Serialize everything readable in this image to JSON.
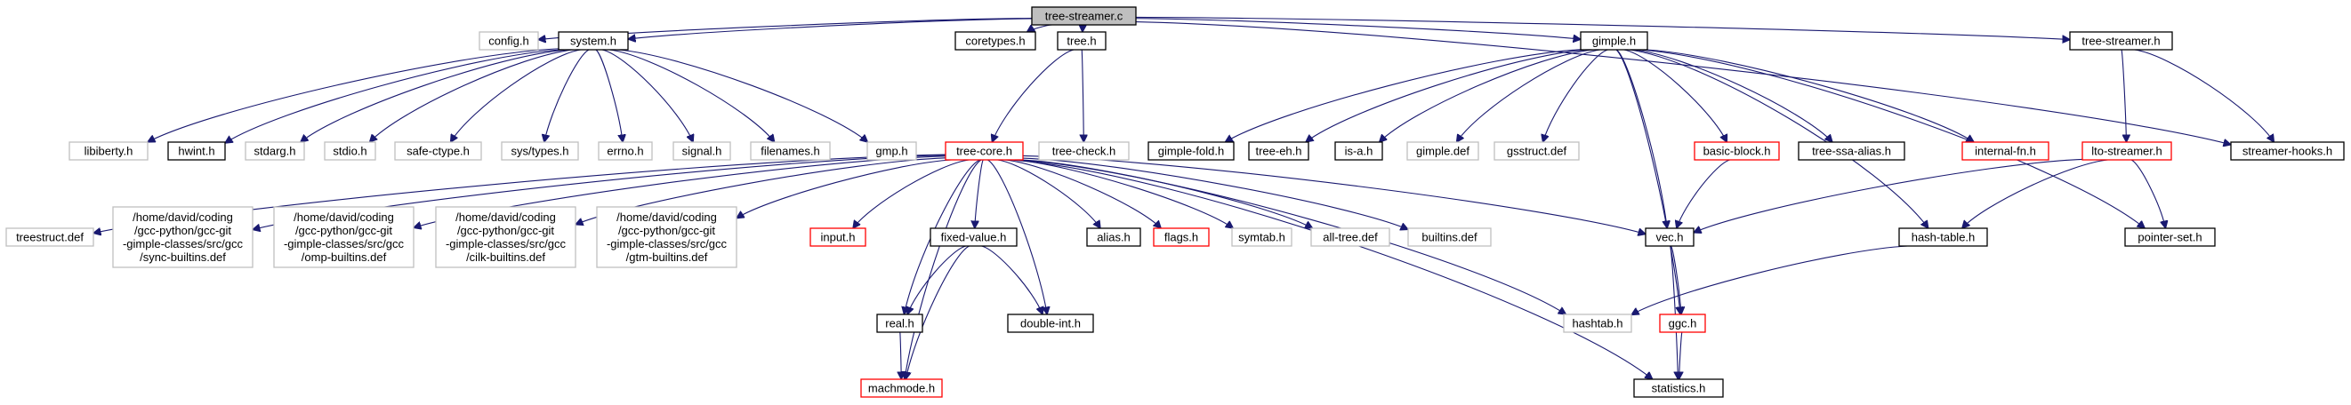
{
  "diagram": {
    "nodes": [
      {
        "id": "tree-streamer-c",
        "lines": [
          "tree-streamer.c"
        ],
        "style": "root"
      },
      {
        "id": "config-h",
        "lines": [
          "config.h"
        ],
        "style": "gray"
      },
      {
        "id": "system-h",
        "lines": [
          "system.h"
        ],
        "style": "black"
      },
      {
        "id": "coretypes-h",
        "lines": [
          "coretypes.h"
        ],
        "style": "black"
      },
      {
        "id": "tree-h",
        "lines": [
          "tree.h"
        ],
        "style": "black"
      },
      {
        "id": "gimple-h",
        "lines": [
          "gimple.h"
        ],
        "style": "black"
      },
      {
        "id": "tree-streamer-h",
        "lines": [
          "tree-streamer.h"
        ],
        "style": "black"
      },
      {
        "id": "streamer-hooks-h",
        "lines": [
          "streamer-hooks.h"
        ],
        "style": "black"
      },
      {
        "id": "libiberty-h",
        "lines": [
          "libiberty.h"
        ],
        "style": "gray"
      },
      {
        "id": "hwint-h",
        "lines": [
          "hwint.h"
        ],
        "style": "black"
      },
      {
        "id": "stdarg-h",
        "lines": [
          "stdarg.h"
        ],
        "style": "gray"
      },
      {
        "id": "stdio-h",
        "lines": [
          "stdio.h"
        ],
        "style": "gray"
      },
      {
        "id": "safe-ctype-h",
        "lines": [
          "safe-ctype.h"
        ],
        "style": "gray"
      },
      {
        "id": "sys-types-h",
        "lines": [
          "sys/types.h"
        ],
        "style": "gray"
      },
      {
        "id": "errno-h",
        "lines": [
          "errno.h"
        ],
        "style": "gray"
      },
      {
        "id": "signal-h",
        "lines": [
          "signal.h"
        ],
        "style": "gray"
      },
      {
        "id": "filenames-h",
        "lines": [
          "filenames.h"
        ],
        "style": "gray"
      },
      {
        "id": "gmp-h",
        "lines": [
          "gmp.h"
        ],
        "style": "gray"
      },
      {
        "id": "tree-core-h",
        "lines": [
          "tree-core.h"
        ],
        "style": "red"
      },
      {
        "id": "tree-check-h",
        "lines": [
          "tree-check.h"
        ],
        "style": "gray"
      },
      {
        "id": "gimple-fold-h",
        "lines": [
          "gimple-fold.h"
        ],
        "style": "black"
      },
      {
        "id": "tree-eh-h",
        "lines": [
          "tree-eh.h"
        ],
        "style": "black"
      },
      {
        "id": "is-a-h",
        "lines": [
          "is-a.h"
        ],
        "style": "black"
      },
      {
        "id": "gimple-def",
        "lines": [
          "gimple.def"
        ],
        "style": "gray"
      },
      {
        "id": "gsstruct-def",
        "lines": [
          "gsstruct.def"
        ],
        "style": "gray"
      },
      {
        "id": "basic-block-h",
        "lines": [
          "basic-block.h"
        ],
        "style": "red"
      },
      {
        "id": "tree-ssa-alias-h",
        "lines": [
          "tree-ssa-alias.h"
        ],
        "style": "black"
      },
      {
        "id": "internal-fn-h",
        "lines": [
          "internal-fn.h"
        ],
        "style": "red"
      },
      {
        "id": "lto-streamer-h",
        "lines": [
          "lto-streamer.h"
        ],
        "style": "red"
      },
      {
        "id": "treestruct-def",
        "lines": [
          "treestruct.def"
        ],
        "style": "gray"
      },
      {
        "id": "sync-builtins-def",
        "lines": [
          "/home/david/coding",
          "/gcc-python/gcc-git",
          "-gimple-classes/src/gcc",
          "/sync-builtins.def"
        ],
        "style": "gray"
      },
      {
        "id": "omp-builtins-def",
        "lines": [
          "/home/david/coding",
          "/gcc-python/gcc-git",
          "-gimple-classes/src/gcc",
          "/omp-builtins.def"
        ],
        "style": "gray"
      },
      {
        "id": "cilk-builtins-def",
        "lines": [
          "/home/david/coding",
          "/gcc-python/gcc-git",
          "-gimple-classes/src/gcc",
          "/cilk-builtins.def"
        ],
        "style": "gray"
      },
      {
        "id": "gtm-builtins-def",
        "lines": [
          "/home/david/coding",
          "/gcc-python/gcc-git",
          "-gimple-classes/src/gcc",
          "/gtm-builtins.def"
        ],
        "style": "gray"
      },
      {
        "id": "input-h",
        "lines": [
          "input.h"
        ],
        "style": "red"
      },
      {
        "id": "fixed-value-h",
        "lines": [
          "fixed-value.h"
        ],
        "style": "black"
      },
      {
        "id": "alias-h",
        "lines": [
          "alias.h"
        ],
        "style": "black"
      },
      {
        "id": "flags-h",
        "lines": [
          "flags.h"
        ],
        "style": "red"
      },
      {
        "id": "symtab-h",
        "lines": [
          "symtab.h"
        ],
        "style": "gray"
      },
      {
        "id": "all-tree-def",
        "lines": [
          "all-tree.def"
        ],
        "style": "gray"
      },
      {
        "id": "builtins-def",
        "lines": [
          "builtins.def"
        ],
        "style": "gray"
      },
      {
        "id": "vec-h",
        "lines": [
          "vec.h"
        ],
        "style": "black"
      },
      {
        "id": "hash-table-h",
        "lines": [
          "hash-table.h"
        ],
        "style": "black"
      },
      {
        "id": "pointer-set-h",
        "lines": [
          "pointer-set.h"
        ],
        "style": "black"
      },
      {
        "id": "real-h",
        "lines": [
          "real.h"
        ],
        "style": "black"
      },
      {
        "id": "double-int-h",
        "lines": [
          "double-int.h"
        ],
        "style": "black"
      },
      {
        "id": "hashtab-h",
        "lines": [
          "hashtab.h"
        ],
        "style": "gray"
      },
      {
        "id": "ggc-h",
        "lines": [
          "ggc.h"
        ],
        "style": "red"
      },
      {
        "id": "machmode-h",
        "lines": [
          "machmode.h"
        ],
        "style": "red"
      },
      {
        "id": "statistics-h",
        "lines": [
          "statistics.h"
        ],
        "style": "black"
      }
    ],
    "edges": [
      [
        "tree-streamer-c",
        "config-h"
      ],
      [
        "tree-streamer-c",
        "system-h"
      ],
      [
        "tree-streamer-c",
        "coretypes-h"
      ],
      [
        "tree-streamer-c",
        "tree-h"
      ],
      [
        "tree-streamer-c",
        "gimple-h"
      ],
      [
        "tree-streamer-c",
        "tree-streamer-h"
      ],
      [
        "tree-streamer-c",
        "streamer-hooks-h"
      ],
      [
        "system-h",
        "libiberty-h"
      ],
      [
        "system-h",
        "hwint-h"
      ],
      [
        "system-h",
        "stdarg-h"
      ],
      [
        "system-h",
        "stdio-h"
      ],
      [
        "system-h",
        "safe-ctype-h"
      ],
      [
        "system-h",
        "sys-types-h"
      ],
      [
        "system-h",
        "errno-h"
      ],
      [
        "system-h",
        "signal-h"
      ],
      [
        "system-h",
        "filenames-h"
      ],
      [
        "system-h",
        "gmp-h"
      ],
      [
        "tree-h",
        "tree-core-h"
      ],
      [
        "tree-h",
        "tree-check-h"
      ],
      [
        "gimple-h",
        "gimple-fold-h"
      ],
      [
        "gimple-h",
        "tree-eh-h"
      ],
      [
        "gimple-h",
        "is-a-h"
      ],
      [
        "gimple-h",
        "gimple-def"
      ],
      [
        "gimple-h",
        "gsstruct-def"
      ],
      [
        "gimple-h",
        "basic-block-h"
      ],
      [
        "gimple-h",
        "tree-ssa-alias-h"
      ],
      [
        "gimple-h",
        "internal-fn-h"
      ],
      [
        "gimple-h",
        "vec-h"
      ],
      [
        "gimple-h",
        "ggc-h"
      ],
      [
        "gimple-h",
        "hash-table-h"
      ],
      [
        "gimple-h",
        "pointer-set-h"
      ],
      [
        "tree-streamer-h",
        "lto-streamer-h"
      ],
      [
        "tree-streamer-h",
        "streamer-hooks-h"
      ],
      [
        "lto-streamer-h",
        "vec-h"
      ],
      [
        "lto-streamer-h",
        "hash-table-h"
      ],
      [
        "lto-streamer-h",
        "pointer-set-h"
      ],
      [
        "basic-block-h",
        "vec-h"
      ],
      [
        "tree-core-h",
        "treestruct-def"
      ],
      [
        "tree-core-h",
        "sync-builtins-def"
      ],
      [
        "tree-core-h",
        "omp-builtins-def"
      ],
      [
        "tree-core-h",
        "cilk-builtins-def"
      ],
      [
        "tree-core-h",
        "gtm-builtins-def"
      ],
      [
        "tree-core-h",
        "input-h"
      ],
      [
        "tree-core-h",
        "fixed-value-h"
      ],
      [
        "tree-core-h",
        "alias-h"
      ],
      [
        "tree-core-h",
        "flags-h"
      ],
      [
        "tree-core-h",
        "symtab-h"
      ],
      [
        "tree-core-h",
        "all-tree-def"
      ],
      [
        "tree-core-h",
        "builtins-def"
      ],
      [
        "tree-core-h",
        "vec-h"
      ],
      [
        "tree-core-h",
        "hashtab-h"
      ],
      [
        "tree-core-h",
        "statistics-h"
      ],
      [
        "tree-core-h",
        "real-h"
      ],
      [
        "tree-core-h",
        "double-int-h"
      ],
      [
        "tree-core-h",
        "machmode-h"
      ],
      [
        "fixed-value-h",
        "real-h"
      ],
      [
        "fixed-value-h",
        "double-int-h"
      ],
      [
        "fixed-value-h",
        "machmode-h"
      ],
      [
        "real-h",
        "machmode-h"
      ],
      [
        "vec-h",
        "ggc-h"
      ],
      [
        "vec-h",
        "statistics-h"
      ],
      [
        "hash-table-h",
        "hashtab-h"
      ],
      [
        "ggc-h",
        "statistics-h"
      ]
    ]
  }
}
